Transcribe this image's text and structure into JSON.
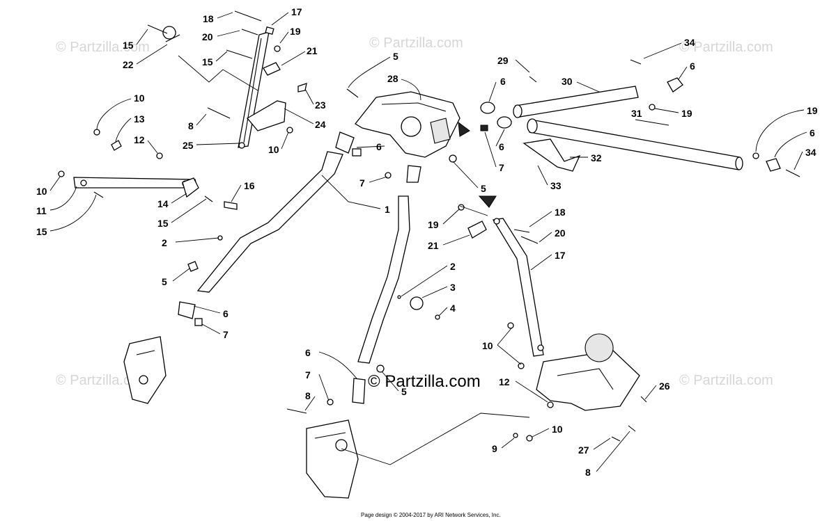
{
  "watermark": {
    "text": "© Partzilla.com",
    "center_text": "© Partzilla.com"
  },
  "footer": {
    "text": "Page design © 2004-2017 by ARI Network Services, Inc."
  },
  "callouts": [
    {
      "id": "c18a",
      "label": "18"
    },
    {
      "id": "c17a",
      "label": "17"
    },
    {
      "id": "c20a",
      "label": "20"
    },
    {
      "id": "c19a",
      "label": "19"
    },
    {
      "id": "c15a",
      "label": "15"
    },
    {
      "id": "c22",
      "label": "22"
    },
    {
      "id": "c15b",
      "label": "15"
    },
    {
      "id": "c21a",
      "label": "21"
    },
    {
      "id": "c23",
      "label": "23"
    },
    {
      "id": "c8a",
      "label": "8"
    },
    {
      "id": "c24",
      "label": "24"
    },
    {
      "id": "c25",
      "label": "25"
    },
    {
      "id": "c10a",
      "label": "10"
    },
    {
      "id": "c10b",
      "label": "10"
    },
    {
      "id": "c13",
      "label": "13"
    },
    {
      "id": "c12a",
      "label": "12"
    },
    {
      "id": "c10c",
      "label": "10"
    },
    {
      "id": "c11",
      "label": "11"
    },
    {
      "id": "c15c",
      "label": "15"
    },
    {
      "id": "c14",
      "label": "14"
    },
    {
      "id": "c15d",
      "label": "15"
    },
    {
      "id": "c16",
      "label": "16"
    },
    {
      "id": "c5a",
      "label": "5"
    },
    {
      "id": "c28",
      "label": "28"
    },
    {
      "id": "c6a",
      "label": "6"
    },
    {
      "id": "c7a",
      "label": "7"
    },
    {
      "id": "c5b",
      "label": "5"
    },
    {
      "id": "c1",
      "label": "1"
    },
    {
      "id": "c2a",
      "label": "2"
    },
    {
      "id": "c5c",
      "label": "5"
    },
    {
      "id": "c6b",
      "label": "6"
    },
    {
      "id": "c7b",
      "label": "7"
    },
    {
      "id": "c29",
      "label": "29"
    },
    {
      "id": "c6c",
      "label": "6"
    },
    {
      "id": "c30",
      "label": "30"
    },
    {
      "id": "c34a",
      "label": "34"
    },
    {
      "id": "c6d",
      "label": "6"
    },
    {
      "id": "c19b",
      "label": "19"
    },
    {
      "id": "c31",
      "label": "31"
    },
    {
      "id": "c6e",
      "label": "6"
    },
    {
      "id": "c7c",
      "label": "7"
    },
    {
      "id": "c32",
      "label": "32"
    },
    {
      "id": "c33",
      "label": "33"
    },
    {
      "id": "c19c",
      "label": "19"
    },
    {
      "id": "c6f",
      "label": "6"
    },
    {
      "id": "c34b",
      "label": "34"
    },
    {
      "id": "c18b",
      "label": "18"
    },
    {
      "id": "c19d",
      "label": "19"
    },
    {
      "id": "c20b",
      "label": "20"
    },
    {
      "id": "c21b",
      "label": "21"
    },
    {
      "id": "c17b",
      "label": "17"
    },
    {
      "id": "c2b",
      "label": "2"
    },
    {
      "id": "c3",
      "label": "3"
    },
    {
      "id": "c4",
      "label": "4"
    },
    {
      "id": "c10d",
      "label": "10"
    },
    {
      "id": "c6g",
      "label": "6"
    },
    {
      "id": "c7d",
      "label": "7"
    },
    {
      "id": "c8b",
      "label": "8"
    },
    {
      "id": "c5d",
      "label": "5"
    },
    {
      "id": "c12b",
      "label": "12"
    },
    {
      "id": "c26",
      "label": "26"
    },
    {
      "id": "c10e",
      "label": "10"
    },
    {
      "id": "c9",
      "label": "9"
    },
    {
      "id": "c27",
      "label": "27"
    },
    {
      "id": "c8c",
      "label": "8"
    }
  ]
}
